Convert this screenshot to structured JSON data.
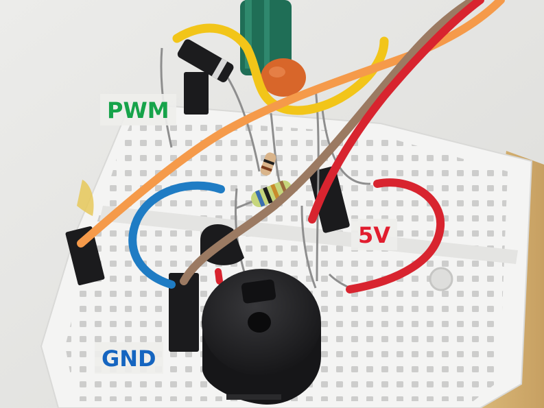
{
  "labels": {
    "pwm": "PWM",
    "five_volt": "5V",
    "gnd": "GND"
  },
  "colors": {
    "pwm_label": "#16a34a",
    "five_volt_label": "#e11d2e",
    "gnd_label": "#1565c0",
    "breadboard": "#f4f4f3",
    "wire_yellow": "#f2c519",
    "wire_orange": "#f59a4a",
    "wire_brown": "#9b7a62",
    "wire_red": "#d8242f",
    "wire_blue": "#1f7cc4",
    "buzzer": "#1c1c1e",
    "capacitor": "#1f6e56",
    "ceramic_cap": "#d8662a"
  },
  "components": {
    "buzzer": "piezo-buzzer-icon",
    "transistor": "transistor-icon",
    "diode": "diode-icon",
    "resistor": "resistor-icon",
    "electrolytic_capacitor": "capacitor-icon",
    "ceramic_capacitor": "ceramic-capacitor-icon"
  }
}
